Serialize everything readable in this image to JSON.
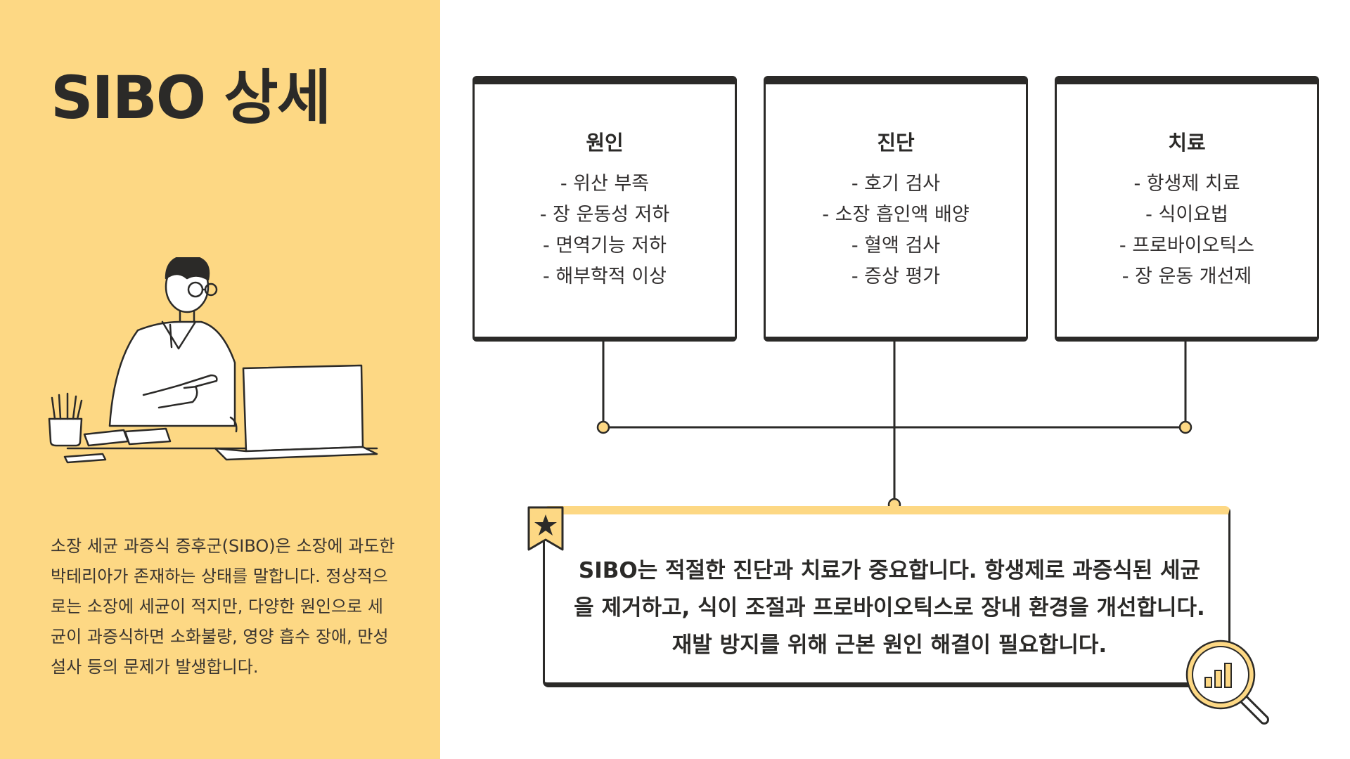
{
  "title": "SIBO 상세",
  "description": "소장 세균 과증식 증후군(SIBO)은 소장에 과도한 박테리아가 존재하는 상태를 말합니다. 정상적으로는 소장에 세균이 적지만, 다양한 원인으로 세균이 과증식하면 소화불량, 영양 흡수 장애, 만성 설사 등의 문제가 발생합니다.",
  "cards": [
    {
      "title": "원인",
      "items": [
        "- 위산 부족",
        "- 장 운동성 저하",
        "- 면역기능 저하",
        "- 해부학적 이상"
      ]
    },
    {
      "title": "진단",
      "items": [
        "- 호기 검사",
        "- 소장 흡인액 배양",
        "- 혈액 검사",
        "- 증상 평가"
      ]
    },
    {
      "title": "치료",
      "items": [
        "- 항생제 치료",
        "- 식이요법",
        "- 프로바이오틱스",
        "- 장 운동 개선제"
      ]
    }
  ],
  "summary": "SIBO는 적절한 진단과 치료가 중요합니다. 항생제로 과증식된 세균을 제거하고, 식이 조절과 프로바이오틱스로 장내 환경을 개선합니다. 재발 방지를 위해 근본 원인 해결이 필요합니다.",
  "colors": {
    "accent": "#fdd884",
    "dark": "#2b2a28",
    "background": "#ffffff"
  },
  "icons": {
    "bookmark": "star-bookmark-icon",
    "magnifier": "magnifier-chart-icon",
    "illustration": "man-at-laptop-illustration"
  }
}
